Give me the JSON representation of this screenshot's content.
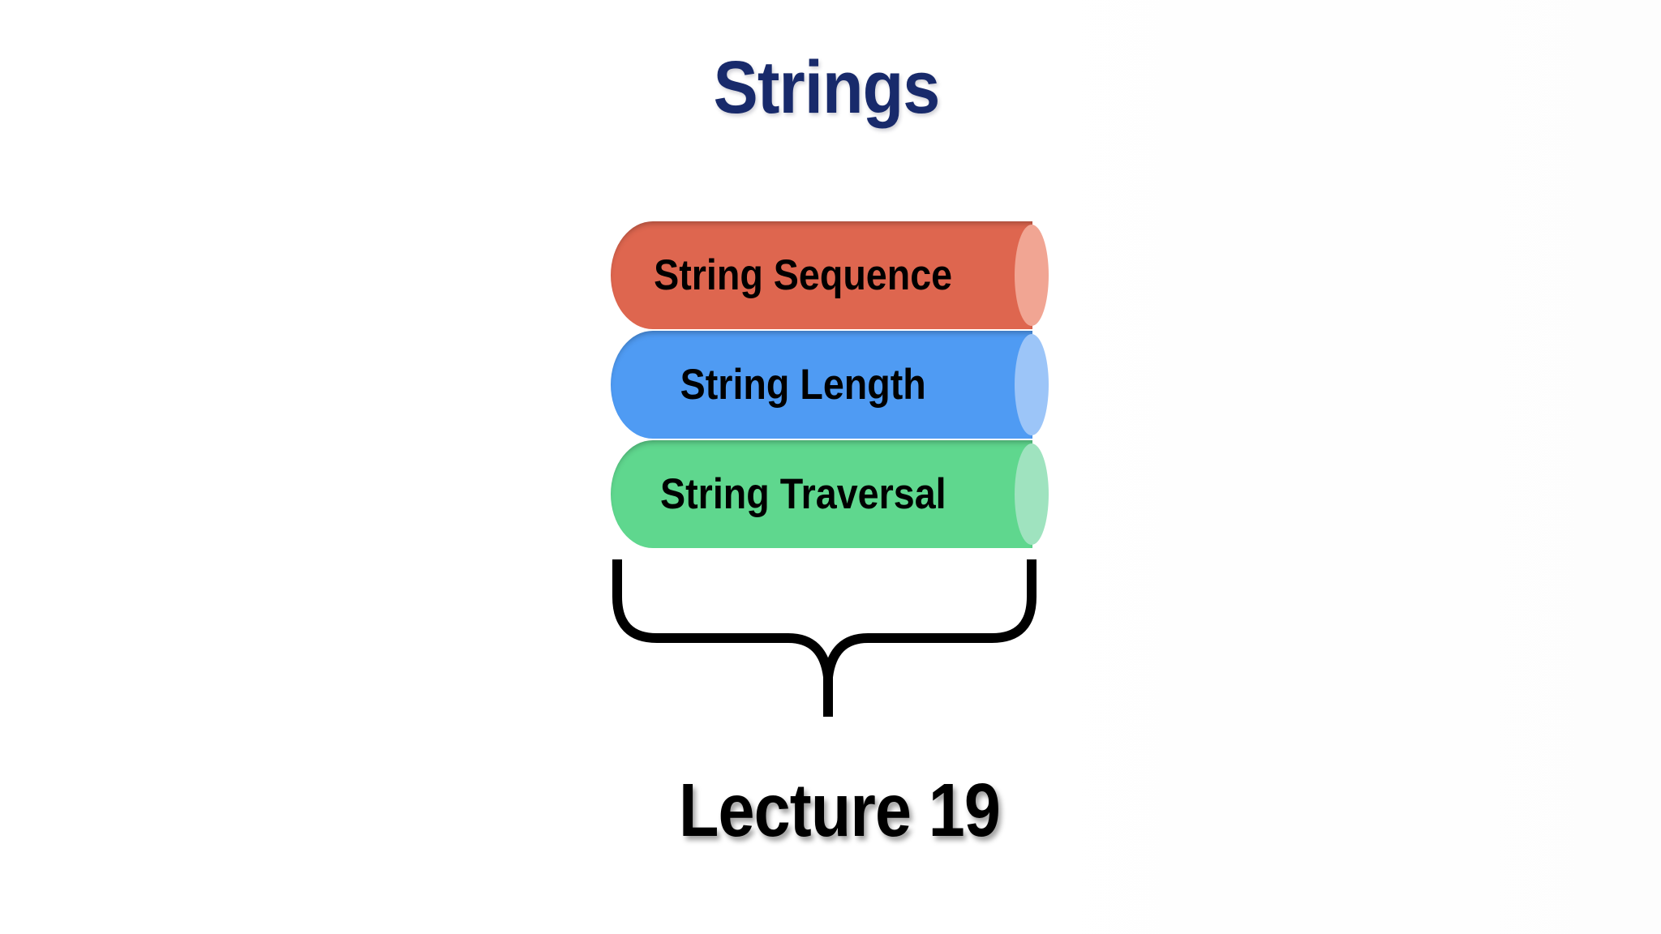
{
  "slide": {
    "title": "Strings",
    "lecture_label": "Lecture 19"
  },
  "colors": {
    "background": "#FFFFFF",
    "title": "#182A6B",
    "label_text": "#000000",
    "brace": "#000000"
  },
  "diagram": {
    "type": "stacked-horizontal-cylinders",
    "items": [
      {
        "label": "String Sequence",
        "body_color": "#DE664F",
        "cap_color": "#F1A593"
      },
      {
        "label": "String Length",
        "body_color": "#4F9BF3",
        "cap_color": "#9CC5F8"
      },
      {
        "label": "String Traversal",
        "body_color": "#5FD78E",
        "cap_color": "#9FE3BF"
      }
    ]
  }
}
